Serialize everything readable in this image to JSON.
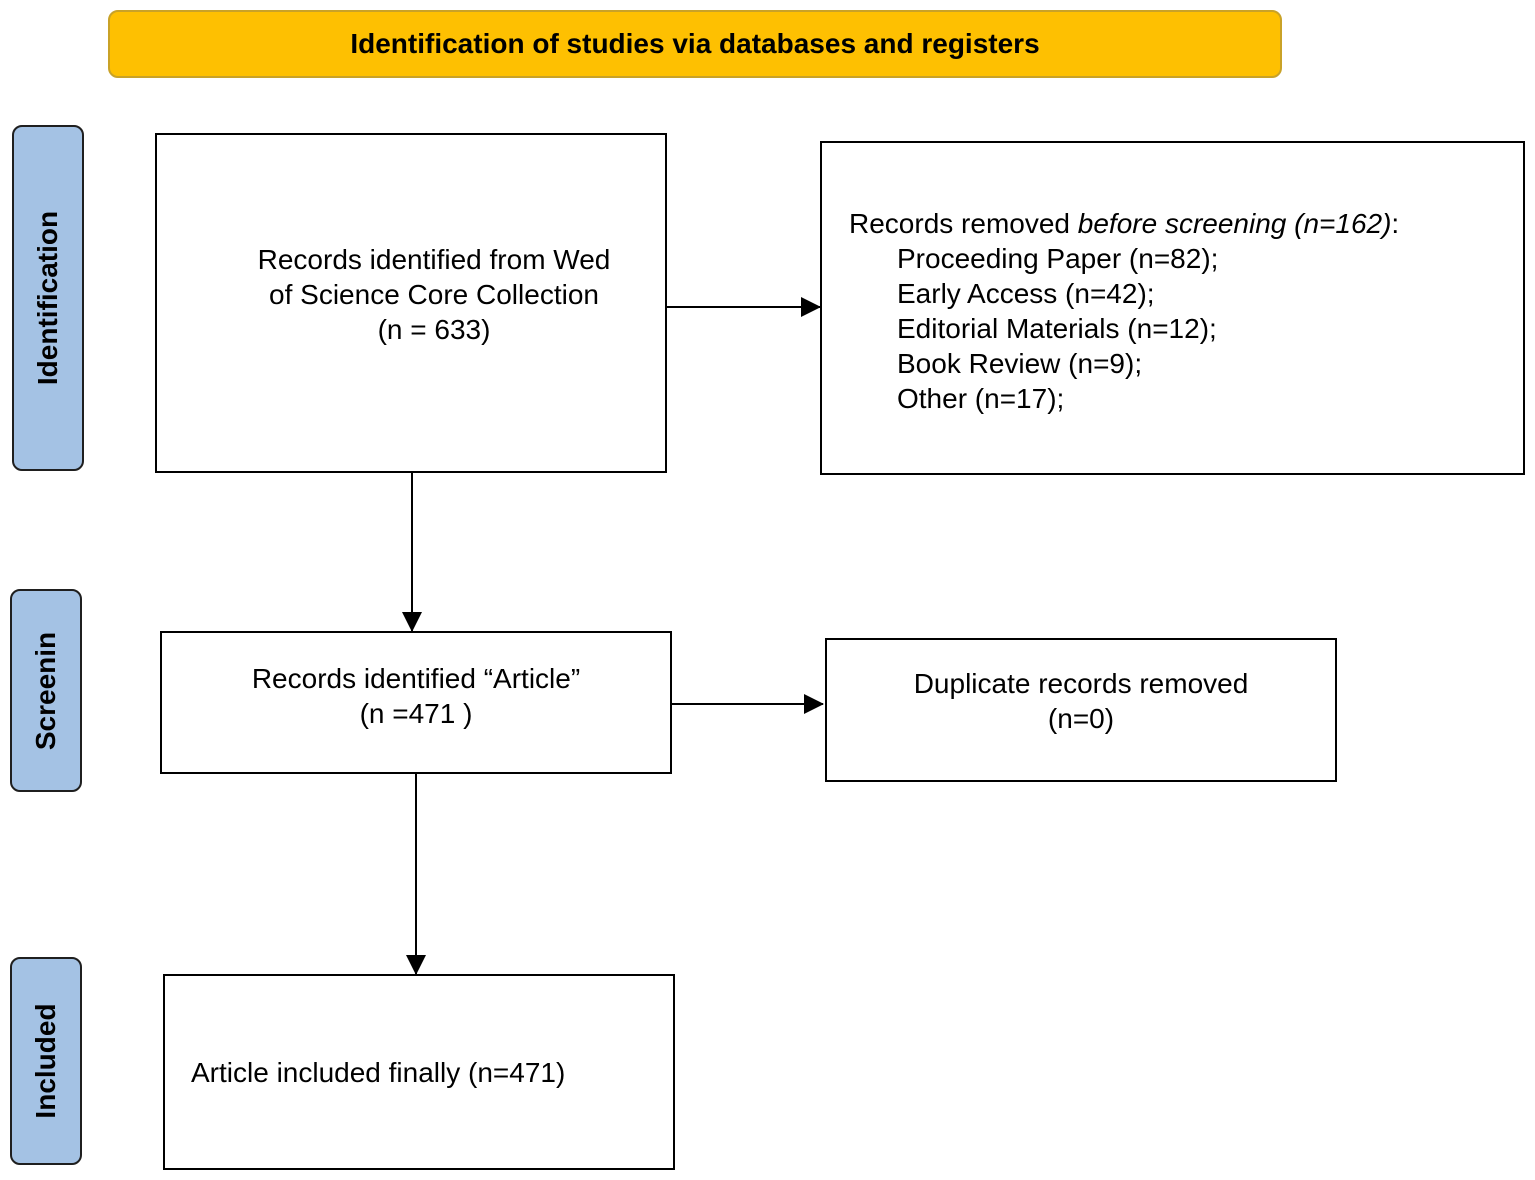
{
  "header": {
    "title": "Identification of studies via databases and registers"
  },
  "stages": [
    {
      "label": "Identification"
    },
    {
      "label": "Screenin"
    },
    {
      "label": "Included"
    }
  ],
  "boxes": {
    "identified": {
      "lines": [
        "Records identified from Wed",
        "of Science Core Collection",
        "(n = 633)"
      ]
    },
    "removed": {
      "lead": "Records removed ",
      "lead_italic": "before screening (n=162)",
      "lead_tail": ":",
      "items": [
        "Proceeding Paper (n=82);",
        "Early Access (n=42);",
        "Editorial Materials (n=12);",
        "Book Review (n=9);",
        "Other (n=17);"
      ]
    },
    "articles": {
      "lines": [
        "Records identified “Article”",
        "(n =471 )"
      ]
    },
    "duplicates": {
      "lines": [
        "Duplicate records removed",
        "(n=0)"
      ]
    },
    "included": {
      "text": "Article included finally (n=471)"
    }
  },
  "colors": {
    "banner": "#fec001",
    "stage": "#a4c2e4",
    "border": "#000000"
  }
}
